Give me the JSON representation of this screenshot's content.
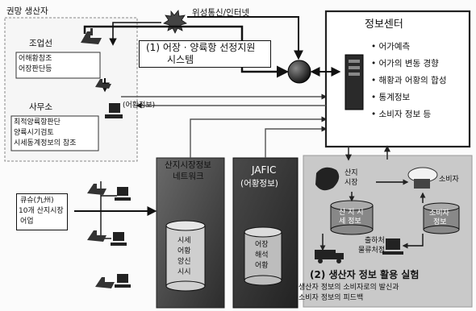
{
  "producer_region": {
    "title": "권망 생산자",
    "fishing_ship": {
      "title": "조업선",
      "items": [
        "어해황참조",
        "어장판단등"
      ]
    },
    "office": {
      "title": "사무소",
      "items": [
        "최적양륙항판단",
        "양륙시기검토",
        "시세동계정보의 참조"
      ]
    }
  },
  "satellite_label": "위성통신/인터넷",
  "system_label": [
    "(1) 어장 · 양륙항 선정지원",
    "시스템"
  ],
  "catch_info_label": "(어황정보)",
  "info_center": {
    "title": "정보센터",
    "items": [
      "어가예측",
      "어가의 변동 경향",
      "해황과 어황의 합성",
      "통계정보",
      "소비자 정보 등"
    ]
  },
  "kyushu": {
    "lines": [
      "큐슈(九州)",
      "10개 산지시장",
      "어업"
    ]
  },
  "network": {
    "title_lines": [
      "산지시장정보",
      "네트워크"
    ],
    "db_lines": [
      "시세",
      "어황",
      "앙신",
      "시시"
    ]
  },
  "jafic": {
    "title_lines": [
      "JAFIC",
      "(어황정보)"
    ],
    "db_lines": [
      "어장",
      "해석",
      "어황"
    ]
  },
  "experiment": {
    "market_label": [
      "산지",
      "시장"
    ],
    "consumer_label": "소비자",
    "db1_lines": [
      "산 지 시",
      "세 정보"
    ],
    "db2_lines": [
      "소비자",
      "정보"
    ],
    "shipping_label": [
      "출하처",
      "물류처점"
    ],
    "title": "(2) 생산자 정보 활용 실험",
    "caption": [
      "생산자 정보의 소비자로의 발신과",
      "소비자 정보의 피드백"
    ]
  }
}
